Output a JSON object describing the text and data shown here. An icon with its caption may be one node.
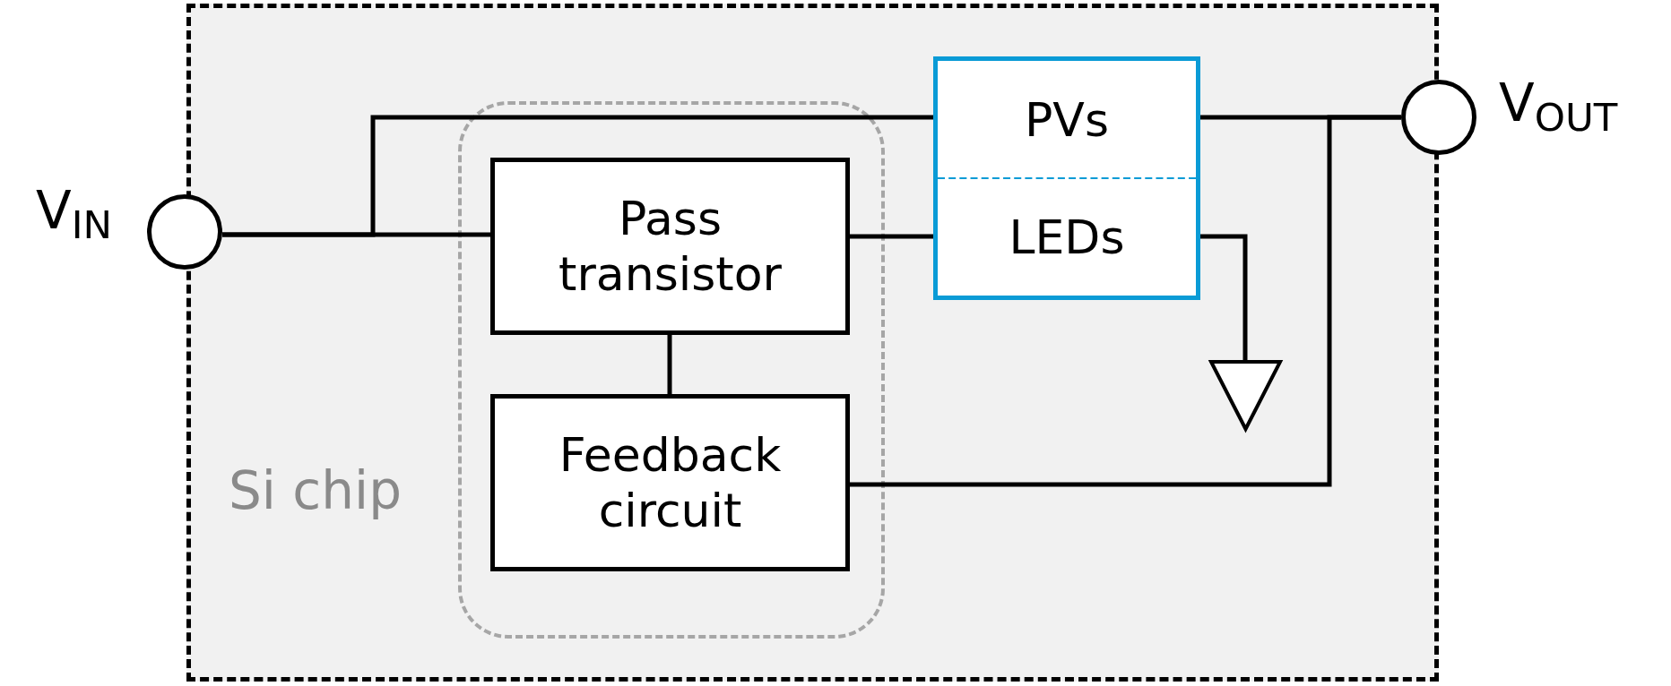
{
  "diagram": {
    "nodes": [
      {
        "text": [
          "Si chip"
        ]
      },
      {
        "text": [],
        "shape": "circle",
        "beside": [
          "V$_{IN}$"
        ]
      },
      {
        "text": [],
        "shape": "box",
        "in": 0
      },
      {
        "text": [
          "Pass transistor"
        ],
        "in": 2
      },
      {
        "text": [
          "Feedback circuit"
        ],
        "in": 2
      },
      {
        "text": [],
        "shape": "box",
        "in": 0
      },
      {
        "text": [
          "PVs"
        ],
        "in": 5
      },
      {
        "text": [
          "LEDs"
        ],
        "in": 5
      },
      {
        "text": [],
        "shape": "triangle",
        "in": 0
      },
      {
        "text": [],
        "shape": "circle",
        "beside": [
          "V$_{OUT}$"
        ]
      }
    ],
    "edges": [
      {
        "from": 1,
        "to": 3,
        "arrow": "none"
      },
      {
        "from": 1,
        "to": 6,
        "arrow": "none"
      },
      {
        "from": 3,
        "to": 7,
        "arrow": "none"
      },
      {
        "from": 3,
        "to": 4,
        "arrow": "none"
      },
      {
        "from": 6,
        "to": 9,
        "arrow": "none"
      },
      {
        "from": 4,
        "to": 9,
        "arrow": "none"
      },
      {
        "from": 7,
        "to": 8,
        "arrow": "none"
      }
    ]
  }
}
